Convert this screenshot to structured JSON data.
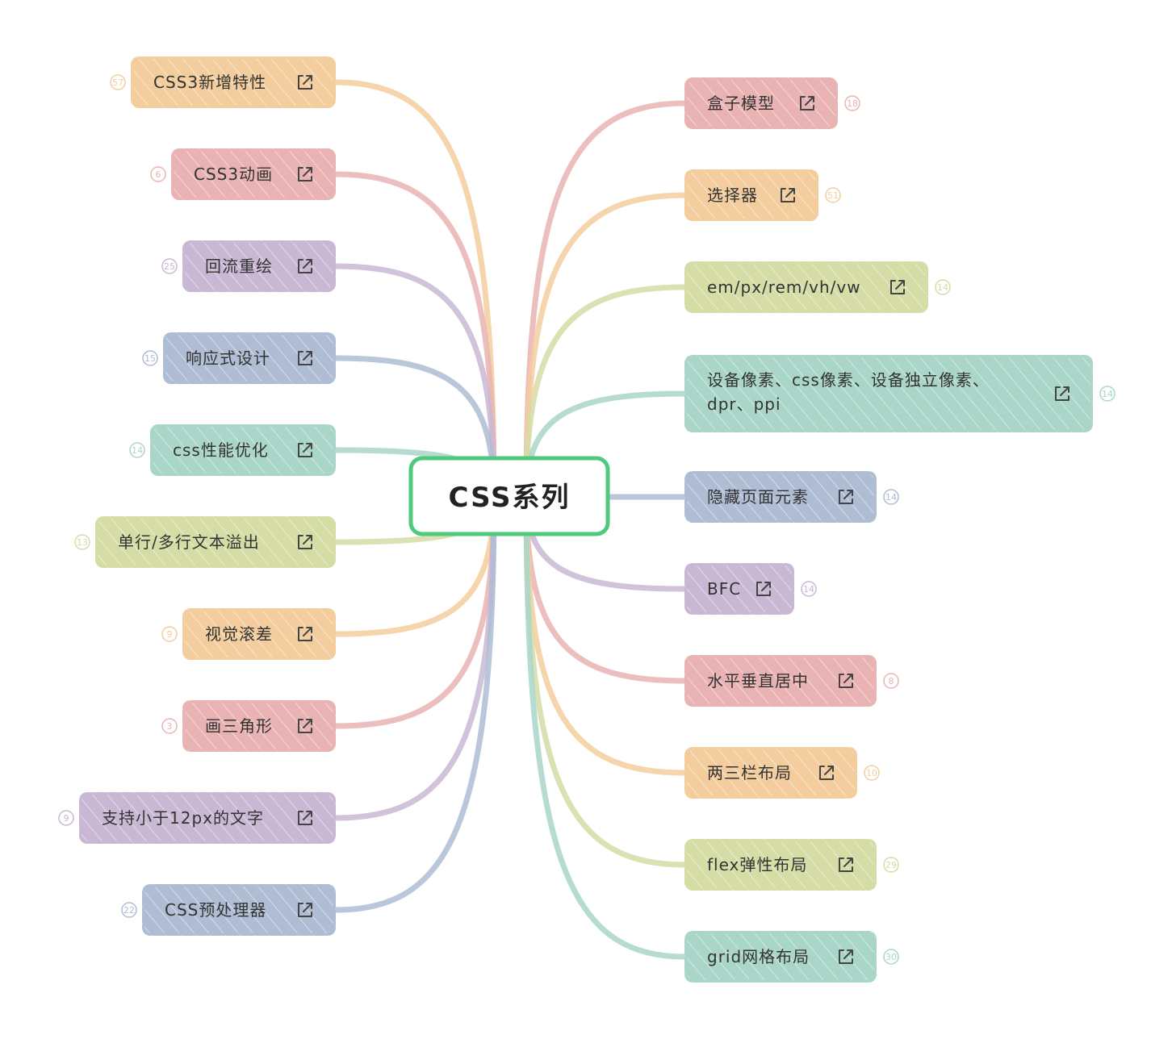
{
  "root": {
    "label": "CSS系列",
    "border_color": "#4fca7c"
  },
  "palette": {
    "orange": "#f4cd9e",
    "pink": "#eab3b3",
    "purple": "#c9b8d3",
    "blue": "#aebdd3",
    "teal": "#a9d6c9",
    "green": "#d6dca6"
  },
  "link_icon": "external-link-icon",
  "left_branches": [
    {
      "id": "css3-new-features",
      "label": "CSS3新增特性",
      "count": "57",
      "color": "orange"
    },
    {
      "id": "css3-animation",
      "label": "CSS3动画",
      "count": "6",
      "color": "pink"
    },
    {
      "id": "reflow-repaint",
      "label": "回流重绘",
      "count": "25",
      "color": "purple"
    },
    {
      "id": "responsive-design",
      "label": "响应式设计",
      "count": "15",
      "color": "blue"
    },
    {
      "id": "css-performance",
      "label": "css性能优化",
      "count": "14",
      "color": "teal"
    },
    {
      "id": "text-overflow",
      "label": "单行/多行文本溢出",
      "count": "13",
      "color": "green"
    },
    {
      "id": "parallax",
      "label": "视觉滚差",
      "count": "9",
      "color": "orange"
    },
    {
      "id": "triangle",
      "label": "画三角形",
      "count": "3",
      "color": "pink"
    },
    {
      "id": "small-font",
      "label": "支持小于12px的文字",
      "count": "9",
      "color": "purple"
    },
    {
      "id": "preprocessor",
      "label": "CSS预处理器",
      "count": "22",
      "color": "blue"
    }
  ],
  "right_branches": [
    {
      "id": "box-model",
      "label": "盒子模型",
      "count": "18",
      "color": "pink"
    },
    {
      "id": "selectors",
      "label": "选择器",
      "count": "51",
      "color": "orange"
    },
    {
      "id": "units",
      "label": "em/px/rem/vh/vw",
      "count": "14",
      "color": "green"
    },
    {
      "id": "pixels",
      "label": [
        "设备像素、css像素、设备独立像素、",
        "dpr、ppi"
      ],
      "count": "14",
      "color": "teal"
    },
    {
      "id": "hide-elements",
      "label": "隐藏页面元素",
      "count": "14",
      "color": "blue"
    },
    {
      "id": "bfc",
      "label": "BFC",
      "count": "14",
      "color": "purple"
    },
    {
      "id": "centering",
      "label": "水平垂直居中",
      "count": "8",
      "color": "pink"
    },
    {
      "id": "column-layout",
      "label": "两三栏布局",
      "count": "10",
      "color": "orange"
    },
    {
      "id": "flex-layout",
      "label": "flex弹性布局",
      "count": "29",
      "color": "green"
    },
    {
      "id": "grid-layout",
      "label": "grid网格布局",
      "count": "30",
      "color": "teal"
    }
  ]
}
